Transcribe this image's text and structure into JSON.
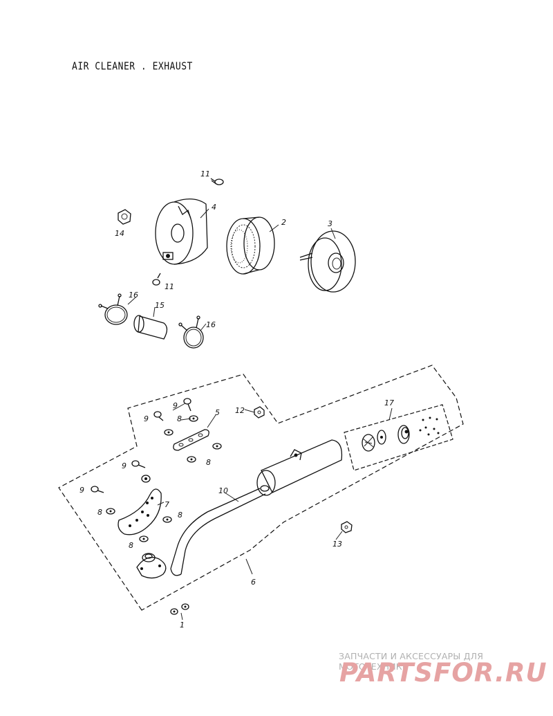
{
  "title": "AIR CLEANER . EXHAUST",
  "watermark": {
    "tagline": "ЗАПЧАСТИ И АКСЕССУАРЫ ДЛЯ МОТОТЕХНИКИ",
    "logo": "PARTSFOR.RU",
    "logo_color": "#e6a3a3",
    "tagline_color": "#b0b0b0"
  },
  "callouts": {
    "c1": "1",
    "c2": "2",
    "c3": "3",
    "c4": "4",
    "c5": "5",
    "c6": "6",
    "c7": "7",
    "c8a": "8",
    "c8b": "8",
    "c8c": "8",
    "c8d": "8",
    "c8e": "8",
    "c9a": "9",
    "c9b": "9",
    "c9c": "9",
    "c9d": "9",
    "c10": "10",
    "c11a": "11",
    "c11b": "11",
    "c12": "12",
    "c13": "13",
    "c14": "14",
    "c15": "15",
    "c16a": "16",
    "c16b": "16",
    "c17": "17"
  }
}
